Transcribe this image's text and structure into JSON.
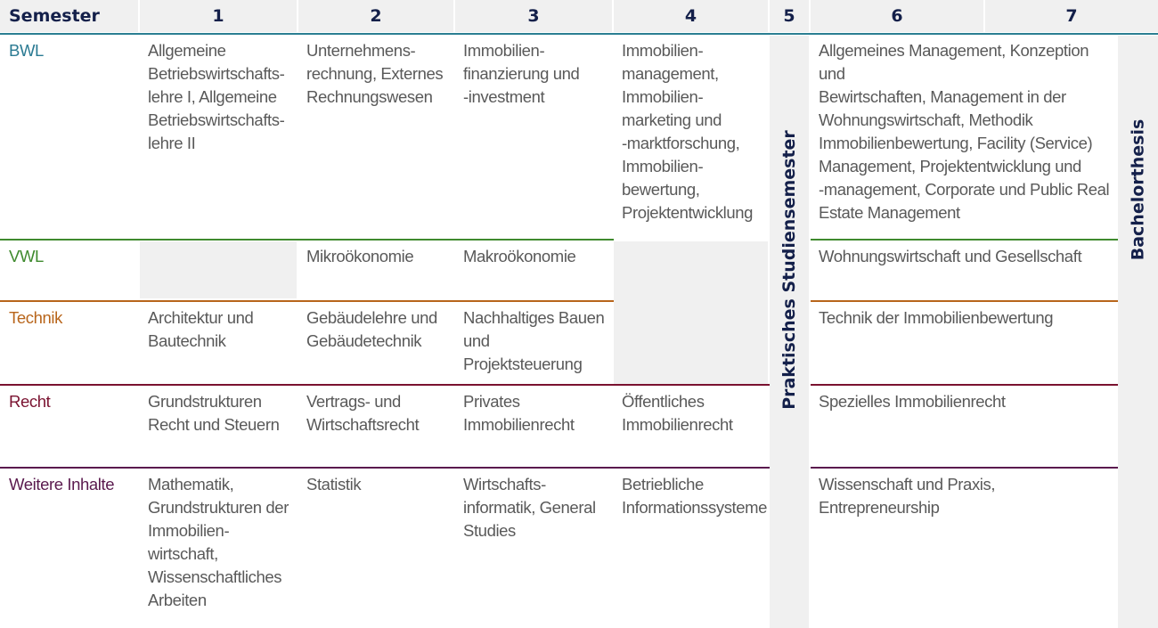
{
  "header": {
    "label": "Semester",
    "semesters": [
      "1",
      "2",
      "3",
      "4",
      "5",
      "6",
      "7"
    ]
  },
  "colors": {
    "header_bg": "#f0f0f0",
    "header_text": "#14204a",
    "header_line": "#2b7f92",
    "body_text": "#595959",
    "empty_cell": "#f0f0f0"
  },
  "rows": [
    {
      "label": "BWL",
      "color": "#2a7a92",
      "cells": {
        "s1": [
          "Allgemeine",
          "Betriebswirtschafts-",
          "lehre I, Allgemeine",
          "Betriebswirtschafts-",
          "lehre II"
        ],
        "s2": [
          "Unternehmens-",
          "rechnung, Externes",
          "Rechnungswesen"
        ],
        "s3": [
          "Immobilien-",
          "finanzierung und",
          "-investment"
        ],
        "s4": [
          "Immobilien-",
          "management,",
          "Immobilien-",
          "marketing und",
          "-marktforschung,",
          "Immobilien-",
          "bewertung,",
          "Projektentwicklung"
        ],
        "s6_7": [
          "Allgemeines Management, Konzeption und",
          "Bewirtschaften, Management in der",
          "Wohnungswirtschaft, Methodik",
          "Immobilienbewertung, Facility (Service)",
          "Management, Projektentwicklung und",
          "-management, Corporate und Public Real",
          "Estate Management"
        ]
      }
    },
    {
      "label": "VWL",
      "color": "#3f8a2e",
      "cells": {
        "s1": [],
        "s2": [
          "Mikroökonomie"
        ],
        "s3": [
          "Makroökonomie"
        ],
        "s4": [],
        "s6_7": [
          "Wohnungswirtschaft und Gesellschaft"
        ]
      }
    },
    {
      "label": "Technik",
      "color": "#b8651b",
      "cells": {
        "s1": [
          "Architektur und",
          "Bautechnik"
        ],
        "s2": [
          "Gebäudelehre und",
          "Gebäudetechnik"
        ],
        "s3": [
          "Nachhaltiges Bauen",
          "und",
          "Projektsteuerung"
        ],
        "s4": [],
        "s6_7": [
          "Technik der Immobilienbewertung"
        ]
      }
    },
    {
      "label": "Recht",
      "color": "#7a1230",
      "cells": {
        "s1": [
          "Grundstrukturen",
          "Recht und Steuern"
        ],
        "s2": [
          "Vertrags- und",
          "Wirtschaftsrecht"
        ],
        "s3": [
          "Privates",
          "Immobilienrecht"
        ],
        "s4": [
          "Öffentliches",
          "Immobilienrecht"
        ],
        "s6_7": [
          "Spezielles Immobilienrecht"
        ]
      }
    },
    {
      "label": "Weitere Inhalte",
      "color": "#5a1a4e",
      "cells": {
        "s1": [
          "Mathematik,",
          "Grundstrukturen der",
          "Immobilien-",
          "wirtschaft,",
          "Wissenschaftliches",
          "Arbeiten"
        ],
        "s2": [
          "Statistik"
        ],
        "s3": [
          "Wirtschafts-",
          "informatik, General",
          "Studies"
        ],
        "s4": [
          "Betriebliche",
          "Informationssysteme"
        ],
        "s6_7": [
          "Wissenschaft und Praxis, Entrepreneurship"
        ]
      }
    }
  ],
  "semester5_label": "Praktisches Studiensemester",
  "semester7_label": "Bachelorthesis"
}
